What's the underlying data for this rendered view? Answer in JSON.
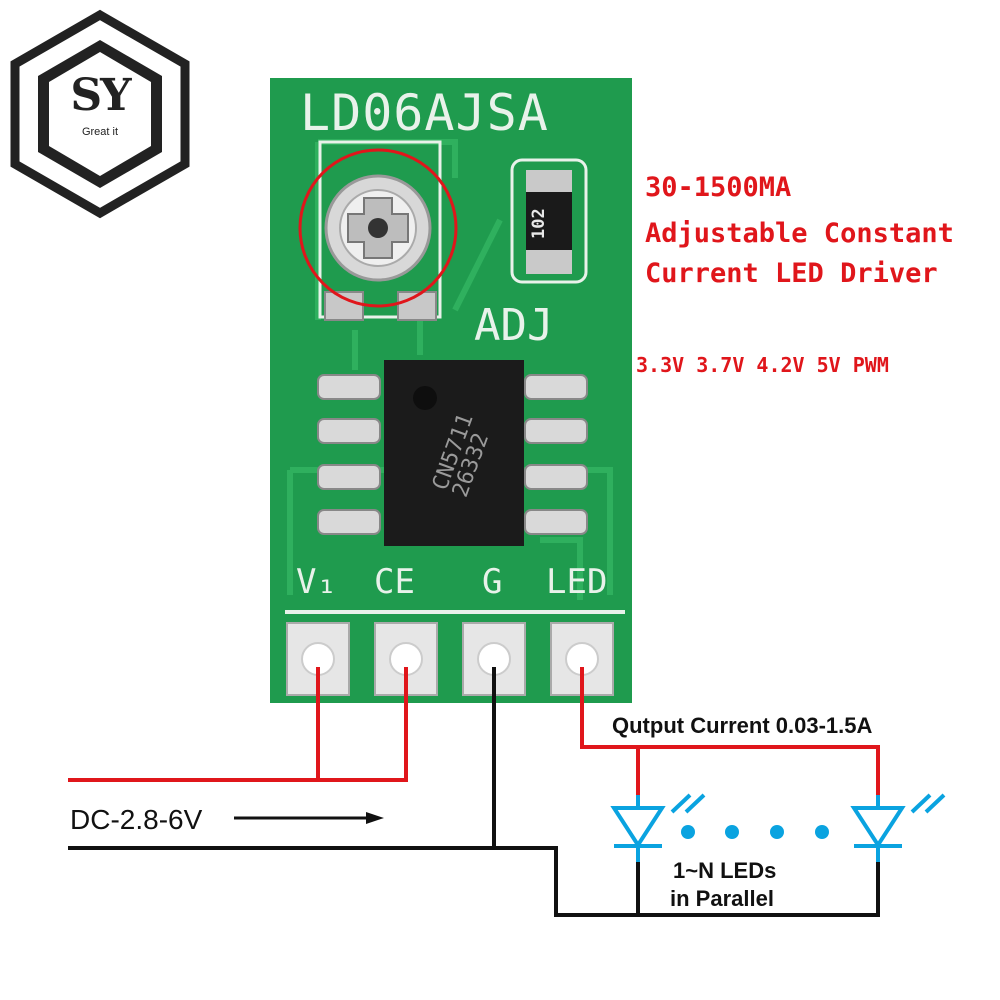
{
  "logo": {
    "mark": "SY",
    "tagline": "Great it"
  },
  "board": {
    "model": "LD06AJSA",
    "adj_label": "ADJ",
    "resistor_code": "102",
    "chip_line1": "CN5711",
    "chip_line2": "26332",
    "pins": [
      "V₁",
      "CE",
      "G",
      "LED"
    ]
  },
  "headline": {
    "line1": "30-1500MA",
    "line2": "Adjustable Constant",
    "line3": "Current LED Driver",
    "voltages": "3.3V 3.7V 4.2V 5V PWM"
  },
  "wiring": {
    "input_label": "DC-2.8-6V",
    "output_label": "Qutput Current 0.03-1.5A",
    "leds_line1": "1~N LEDs",
    "leds_line2": "in Parallel"
  },
  "colors": {
    "pcb_green": "#1f9b4e",
    "wire_red": "#e0161b",
    "wire_black": "#111111",
    "led_blue": "#0aa3e0",
    "headline_red": "#e0161b"
  }
}
